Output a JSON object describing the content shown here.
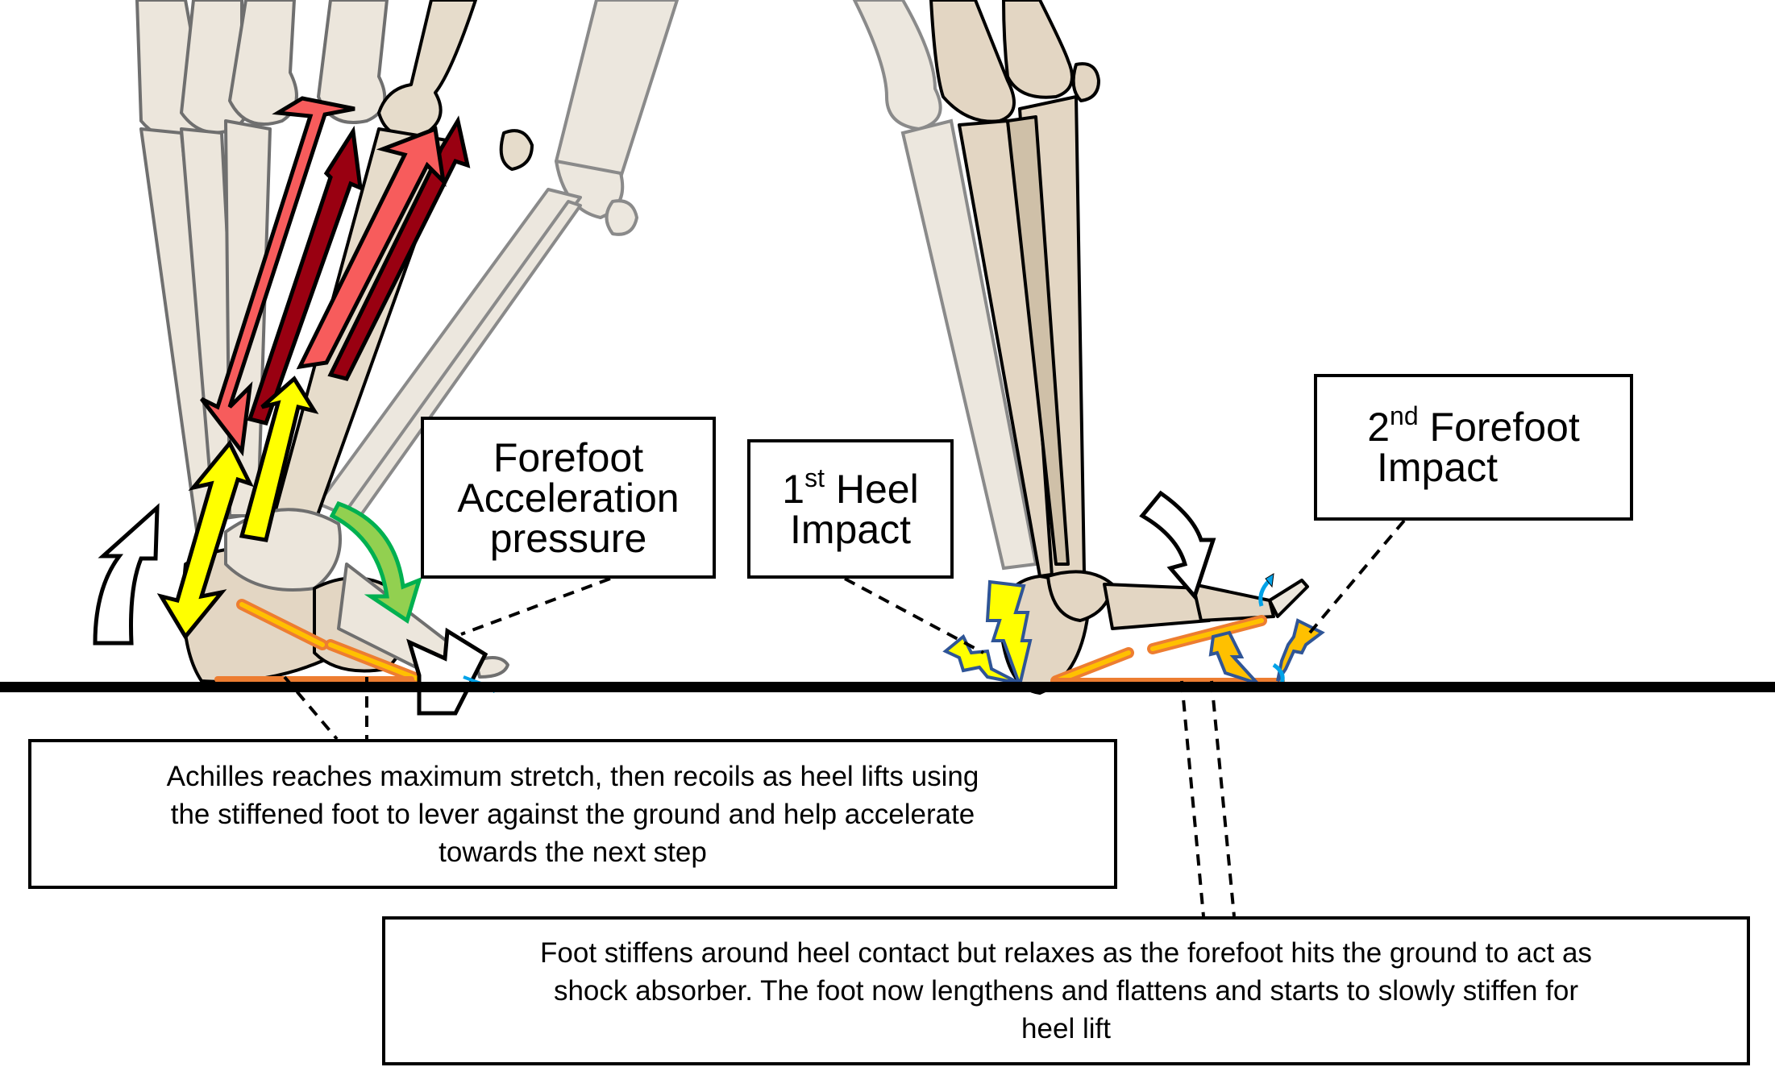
{
  "diagram": {
    "title": "Running gait: foot mechanics from forefoot acceleration to heel and forefoot impact",
    "labels": {
      "forefoot_acceleration": [
        "Forefoot",
        "Acceleration",
        "pressure"
      ],
      "heel_impact": {
        "number": "1",
        "suffix": "st",
        "rest": " Heel",
        "line2": "Impact"
      },
      "forefoot_impact": {
        "number": "2",
        "suffix": "nd",
        "rest": " Forefoot",
        "line2": "Impact"
      }
    },
    "descriptions": {
      "achilles": [
        "Achilles reaches maximum stretch, then recoils as heel lifts using",
        "the stiffened foot to lever against the ground and help accelerate",
        "towards the next step"
      ],
      "foot_stiffens": [
        "Foot stiffens around heel contact but relaxes as the forefoot hits the ground to act as",
        "shock absorber. The foot now lengthens and flattens and starts to slowly stiffen for",
        "heel lift"
      ]
    },
    "colors": {
      "bone_light": "#ebe3d6",
      "bone_mid": "#e3d6c3",
      "bone_shadow": "#cfc0a8",
      "bone_faded": "#ece7de",
      "outline": "#000000",
      "outline_faded": "#7a7a7a",
      "muscle_light": "#f75c5c",
      "muscle_dark": "#990011",
      "tendon_yellow": "#ffff00",
      "plantar_orange": "#ed7d31",
      "plantar_inner": "#ffc000",
      "green_arrow": "#92d050",
      "green_outline": "#00b050",
      "blue_arrow": "#00a2e8",
      "impact_yellow": "#ffff00",
      "impact_amber": "#ffc000",
      "impact_outline": "#2f5597",
      "ground": "#000000"
    }
  }
}
